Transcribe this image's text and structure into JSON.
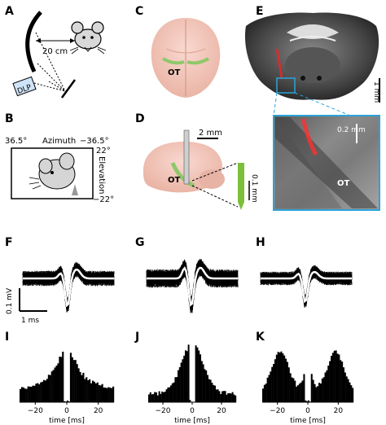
{
  "panels": {
    "A": {
      "label": "A",
      "distance": "20 cm",
      "projector": "DLP"
    },
    "B": {
      "label": "B",
      "az_left": "36.5°",
      "az_title": "Azimuth",
      "az_right": "−36.5°",
      "el_top": "22°",
      "el_title": "Elevation",
      "el_bottom": "−22°"
    },
    "C": {
      "label": "C",
      "ot": "OT"
    },
    "D": {
      "label": "D",
      "scale": "2 mm",
      "ot": "OT",
      "probe_scale": "0.1 mm"
    },
    "E": {
      "label": "E",
      "scale": "1 mm",
      "inset_scale": "0.2 mm",
      "ot": "OT"
    },
    "F": {
      "label": "F",
      "v_scale": "0.1 mV",
      "t_scale": "1 ms"
    },
    "G": {
      "label": "G"
    },
    "H": {
      "label": "H"
    },
    "I": {
      "label": "I"
    },
    "J": {
      "label": "J"
    },
    "K": {
      "label": "K"
    }
  },
  "acg_axis": {
    "ticks": [
      "−20",
      "0",
      "20"
    ],
    "xlabel": "time [ms]"
  },
  "colors": {
    "brain": "#f2c1b5",
    "ot_green": "#8fc86a",
    "inset_border": "#2ba3d8",
    "probe": "#7cbf3a"
  }
}
